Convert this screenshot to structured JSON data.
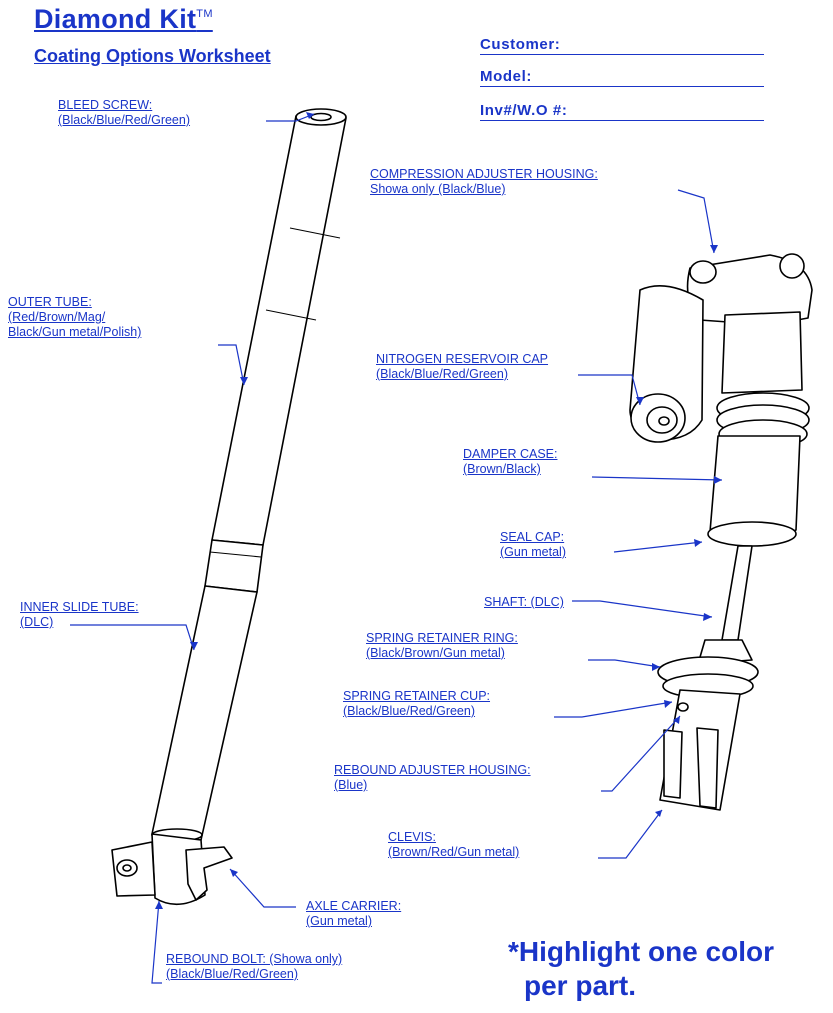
{
  "header": {
    "title": "Diamond Kit",
    "trademark": "TM",
    "subtitle": "Coating Options Worksheet"
  },
  "form": {
    "customer_label": "Customer:",
    "model_label": "Model:",
    "invoice_label": "Inv#/W.O #:"
  },
  "labels": {
    "bleed_screw": [
      "BLEED SCREW:",
      "(Black/Blue/Red/Green)"
    ],
    "outer_tube": [
      "OUTER TUBE:",
      "(Red/Brown/Mag/",
      "Black/Gun metal/Polish)"
    ],
    "inner_slide_tube": [
      "INNER SLIDE TUBE:",
      "(DLC)"
    ],
    "axle_carrier": [
      "AXLE CARRIER:",
      "(Gun metal)"
    ],
    "rebound_bolt": [
      "REBOUND BOLT: (Showa only)",
      "(Black/Blue/Red/Green)"
    ],
    "compression_adjuster": [
      "COMPRESSION ADJUSTER HOUSING:",
      "Showa only (Black/Blue)"
    ],
    "nitrogen_cap": [
      "NITROGEN RESERVOIR CAP",
      "(Black/Blue/Red/Green)"
    ],
    "damper_case": [
      "DAMPER CASE:",
      "(Brown/Black)"
    ],
    "seal_cap": [
      "SEAL CAP:",
      "(Gun metal)"
    ],
    "shaft": [
      "SHAFT:  (DLC)"
    ],
    "spring_ring": [
      "SPRING RETAINER RING:",
      "(Black/Brown/Gun metal)"
    ],
    "spring_cup": [
      "SPRING RETAINER CUP:",
      "(Black/Blue/Red/Green)"
    ],
    "rebound_adjuster": [
      "REBOUND ADJUSTER HOUSING:",
      "(Blue)"
    ],
    "clevis": [
      "CLEVIS:",
      "(Brown/Red/Gun metal)"
    ]
  },
  "note": {
    "line1": "*Highlight one color",
    "line2": "per part."
  },
  "colors": {
    "text": "#1a35c8",
    "drawing": "#000000"
  }
}
